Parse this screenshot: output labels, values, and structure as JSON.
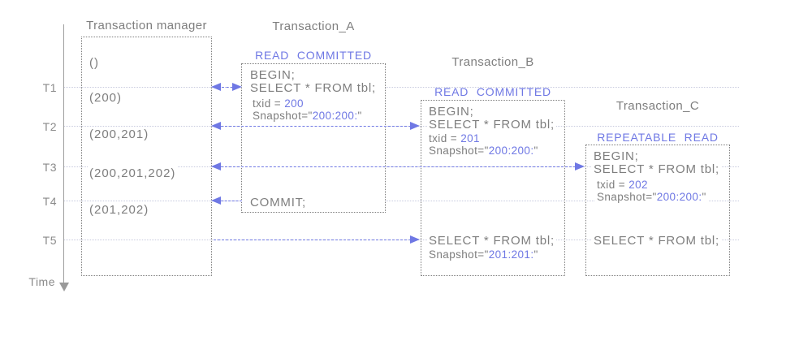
{
  "colors": {
    "accent_blue": "#6f78e4",
    "gray_text": "#7e7e7e",
    "row_line": "#c7cade",
    "box_border": "#7d7d7d",
    "axis": "#9f9f9f"
  },
  "time_axis": {
    "label": "Time",
    "ticks": [
      "T1",
      "T2",
      "T3",
      "T4",
      "T5"
    ]
  },
  "manager": {
    "title": "Transaction manager",
    "states": [
      "()",
      "(200)",
      "(200,201)",
      "(200,201,202)",
      "(201,202)"
    ]
  },
  "tx_a": {
    "title": "Transaction_A",
    "isolation": "READ COMMITTED",
    "begin": "BEGIN;",
    "select": "SELECT * FROM tbl;",
    "txid_label": "txid = ",
    "txid_value": "200",
    "snapshot_label": "Snapshot=\"",
    "snapshot_value": "200:200:",
    "snapshot_close": "\"",
    "commit": "COMMIT;"
  },
  "tx_b": {
    "title": "Transaction_B",
    "isolation": "READ COMMITTED",
    "begin": "BEGIN;",
    "select": "SELECT * FROM tbl;",
    "txid_label": "txid = ",
    "txid_value": "201",
    "snapshot_label": "Snapshot=\"",
    "snapshot_value": "200:200:",
    "snapshot_close": "\"",
    "select2": "SELECT * FROM tbl;",
    "snapshot2_label": "Snapshot=\"",
    "snapshot2_value": "201:201:",
    "snapshot2_close": "\""
  },
  "tx_c": {
    "title": "Transaction_C",
    "isolation": "REPEATABLE READ",
    "begin": "BEGIN;",
    "select": "SELECT * FROM tbl;",
    "txid_label": "txid = ",
    "txid_value": "202",
    "snapshot_label": "Snapshot=\"",
    "snapshot_value": "200:200:",
    "snapshot_close": "\"",
    "select2": "SELECT * FROM tbl;"
  }
}
